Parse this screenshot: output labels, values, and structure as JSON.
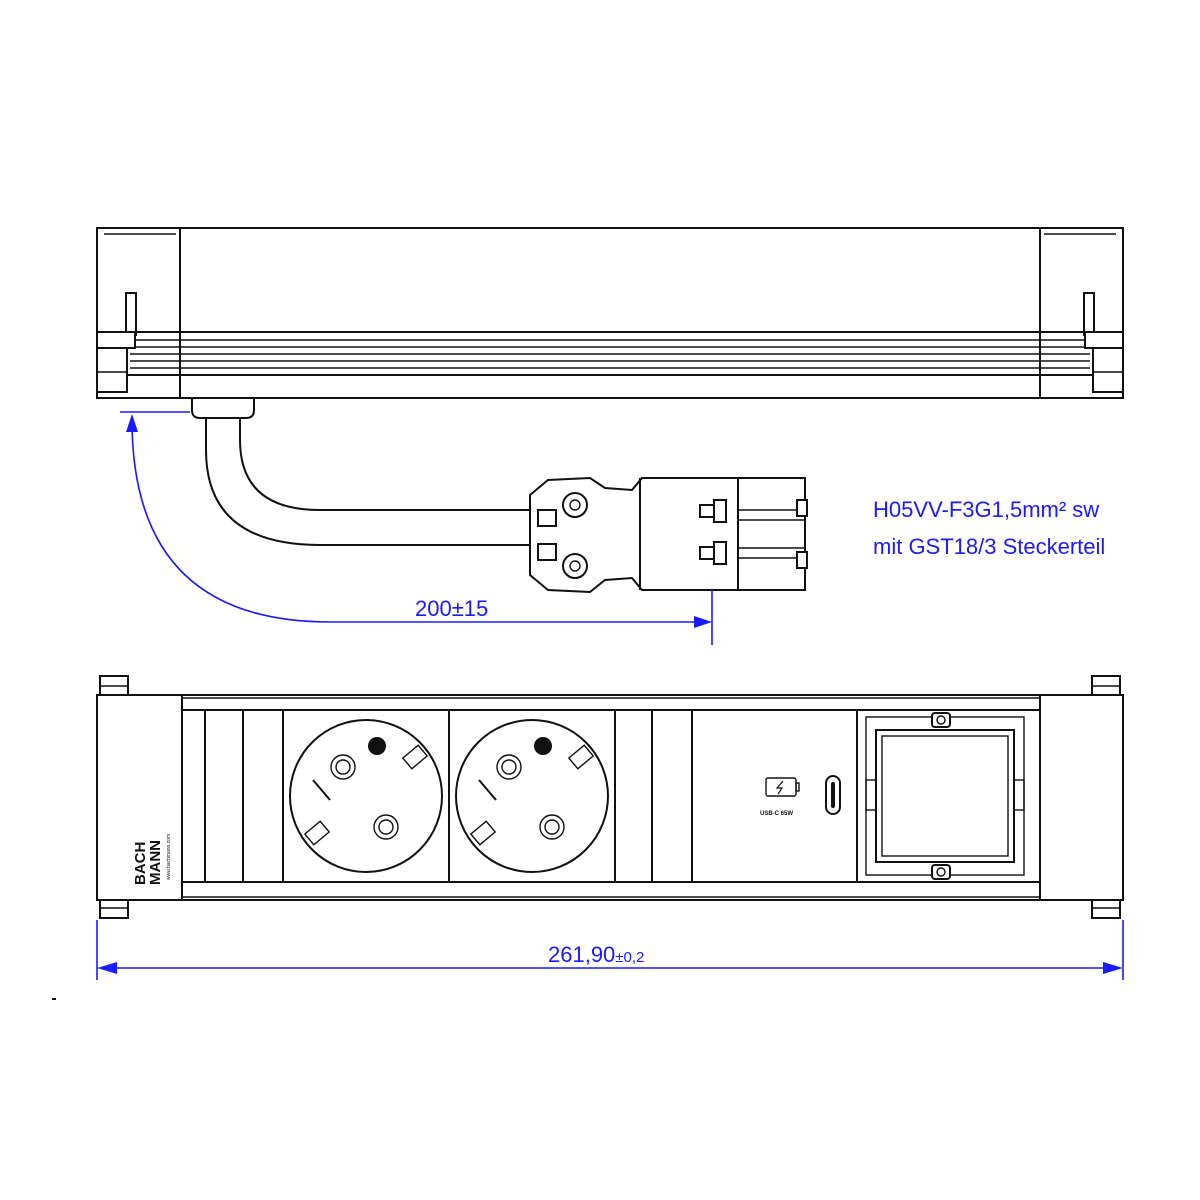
{
  "colors": {
    "outline": "#111111",
    "dimension": "#1a1aff",
    "background": "#ffffff"
  },
  "cable_note": {
    "line1": "H05VV-F3G1,5mm² sw",
    "line2": "mit GST18/3 Steckerteil"
  },
  "dimensions": {
    "cable_length": "200±15",
    "overall_width_value": "261,90",
    "overall_width_tolerance": "±0,2"
  },
  "brand": {
    "line1": "BACH",
    "line2": "MANN",
    "website": "www.bachmann.com"
  },
  "modules": {
    "usb_label": "USB-C 65W",
    "usb_icon": "battery-charge-icon",
    "socket_count": 2,
    "blank_insert": "empty-module-frame"
  }
}
